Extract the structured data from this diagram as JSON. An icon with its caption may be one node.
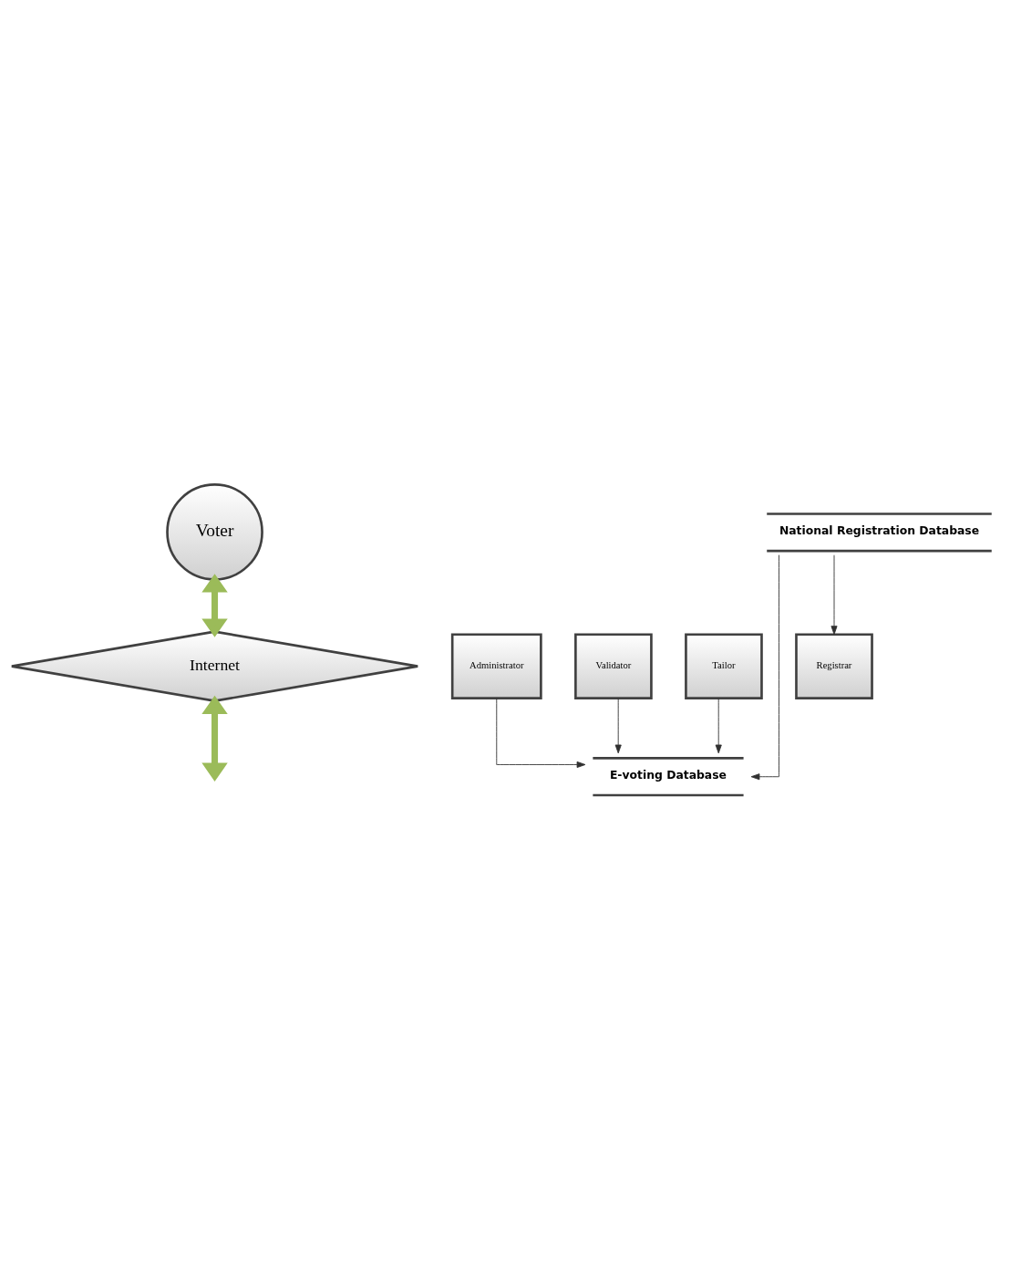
{
  "diagram": {
    "nodes": [
      {
        "text": [
          "Voter"
        ]
      },
      {
        "text": [
          "Internet"
        ]
      },
      {
        "text": [
          "Administrator"
        ]
      },
      {
        "text": [
          "Registrar"
        ]
      },
      {
        "text": [
          "Validator"
        ]
      },
      {
        "text": [
          "Tailor"
        ]
      },
      {
        "text": [
          "National Registration Database"
        ]
      },
      {
        "text": [
          "E-voting Database"
        ]
      }
    ],
    "edges": [
      {
        "from": 0,
        "to": 1,
        "arrow": "both",
        "style": "thick",
        "color": "#9bbb59"
      },
      {
        "from": 1,
        "to": null,
        "arrow": "both",
        "style": "thick",
        "color": "#9bbb59"
      },
      {
        "from": 6,
        "to": 3,
        "arrow": "to"
      },
      {
        "from": 2,
        "to": 7,
        "arrow": "to"
      },
      {
        "from": 4,
        "to": 7,
        "arrow": "to"
      },
      {
        "from": 5,
        "to": 7,
        "arrow": "to"
      },
      {
        "from": 6,
        "to": 7,
        "arrow": "to"
      }
    ]
  }
}
